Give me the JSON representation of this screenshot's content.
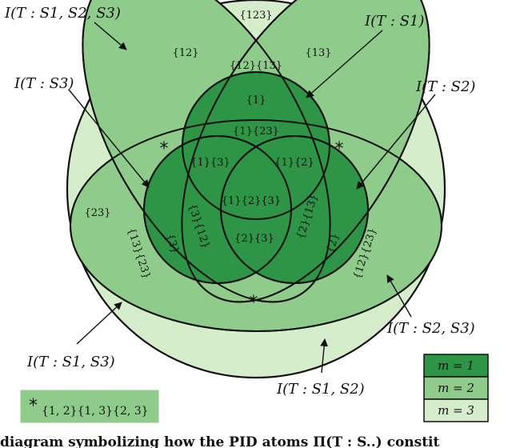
{
  "colors": {
    "m1": "#2e9446",
    "m2": "#8fcc8c",
    "m3": "#d6edcc",
    "outline": "#111111"
  },
  "labels": {
    "i123": "I(T : S1, S2, S3)",
    "i1": "I(T : S1)",
    "i2": "I(T : S2)",
    "i3": "I(T : S3)",
    "i23": "I(T : S2, S3)",
    "i13": "I(T : S1, S3)",
    "i12": "I(T : S1, S2)"
  },
  "atoms": {
    "a123": "{123}",
    "a12": "{12}",
    "a13": "{13}",
    "a12_13": "{12}{13}",
    "a1": "{1}",
    "a1_23": "{1}{23}",
    "a1_3": "{1}{3}",
    "a1_2": "{1}{2}",
    "a1_2_3": "{1}{2}{3}",
    "a2_3": "{2}{3}",
    "a23": "{23}",
    "a3_12": "{3}{12}",
    "a2_13": "{2}{13}",
    "a3": "{3}",
    "a2": "{2}",
    "a13_23": "{13}{23}",
    "a12_23": "{12}{23}"
  },
  "star_note": {
    "symbol": "*",
    "text": "{1, 2}{1, 3}{2, 3}"
  },
  "legend": [
    {
      "label": "m = 1"
    },
    {
      "label": "m = 2"
    },
    {
      "label": "m = 3"
    }
  ],
  "caption": "diagram symbolizing how the PID atoms Π(T : S..) constit"
}
